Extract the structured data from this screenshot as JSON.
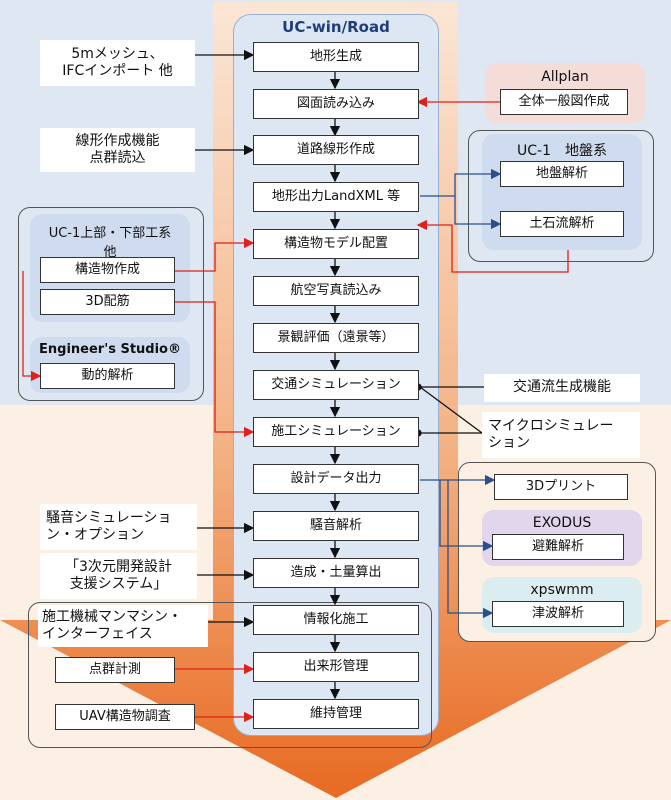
{
  "main": {
    "title": "UC-win/Road",
    "steps": [
      "地形生成",
      "図面読み込み",
      "道路線形作成",
      "地形出力LandXML 等",
      "構造物モデル配置",
      "航空写真読込み",
      "景観評価（遠景等）",
      "交通シミュレーション",
      "施工シミュレーション",
      "設計データ出力",
      "騒音解析",
      "造成・土量算出",
      "情報化施工",
      "出来形管理",
      "維持管理"
    ]
  },
  "left_notes": {
    "mesh": "5mメッシュ、\nIFCインポート 他",
    "alignment": "線形作成機能\n点群読込",
    "noise": "騒音シミュレーショ\nン・オプション",
    "dev": "「3次元開発設計\n支援システム」"
  },
  "uc1_group": {
    "title": "UC-1上部・下部工系\n他",
    "items": [
      "構造物作成",
      "3D配筋"
    ],
    "sub_title": "Engineer's Studio®",
    "sub_item": "動的解析"
  },
  "construction_group": {
    "title": "施工機械マンマシン・\nインターフェイス",
    "items": [
      "点群計測",
      "UAV構造物調査"
    ]
  },
  "allplan": {
    "title": "Allplan",
    "item": "全体一般図作成"
  },
  "uc1_ground": {
    "title": "UC-1　地盤系",
    "items": [
      "地盤解析",
      "土石流解析"
    ]
  },
  "right_notes": {
    "traffic": "交通流生成機能",
    "micro": "マイクロシミュレー\nション"
  },
  "output_group": {
    "print": "3Dプリント",
    "exodus_title": "EXODUS",
    "exodus_item": "避難解析",
    "xps_title": "xpswmm",
    "xps_item": "津波解析"
  },
  "colors": {
    "arrow_black": "#111111",
    "arrow_red": "#e0201a",
    "arrow_blue": "#2a4f8a",
    "column": "#dde6f3",
    "orange": "#ea7a36",
    "allplan": "#f4dcd9",
    "exodus": "#e1d6eb",
    "xps": "#dcedf1",
    "group": "#cfdbee"
  }
}
